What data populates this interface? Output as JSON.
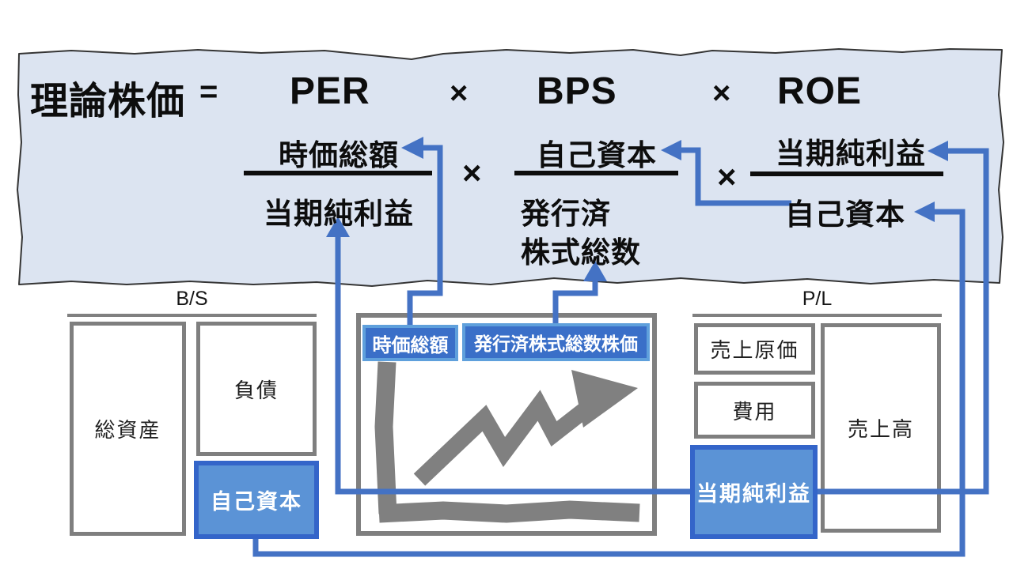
{
  "formula": {
    "result": "理論株価",
    "equals": "=",
    "per": "PER",
    "times1": "×",
    "bps": "BPS",
    "times2": "×",
    "roe": "ROE",
    "per_fraction": {
      "numerator": "時価総額",
      "denominator": "当期純利益",
      "times": "×"
    },
    "bps_fraction": {
      "numerator": "自己資本",
      "denominator_line1": "発行済",
      "denominator_line2": "株式総数",
      "times": "×"
    },
    "roe_fraction": {
      "numerator": "当期純利益",
      "denominator": "自己資本"
    }
  },
  "balance_sheet": {
    "title": "B/S",
    "total_assets": "総資産",
    "liabilities": "負債",
    "equity": "自己資本"
  },
  "stock_chart": {
    "market_cap_label": "時価総額",
    "shares_outstanding_price_label": "発行済株式総数株価"
  },
  "profit_loss": {
    "title": "P/L",
    "cost_of_sales": "売上原価",
    "expenses": "費用",
    "net_income": "当期純利益",
    "sales": "売上高"
  },
  "colors": {
    "panel_background": "#dce4f1",
    "connector_blue": "#4472c4",
    "highlight_box_fill": "#5b93d6",
    "highlight_box_border": "#3465c9",
    "label_box_fill": "#3a6fc8",
    "label_box_border": "#5fa0dc",
    "neutral_gray": "#7f7f7f"
  }
}
